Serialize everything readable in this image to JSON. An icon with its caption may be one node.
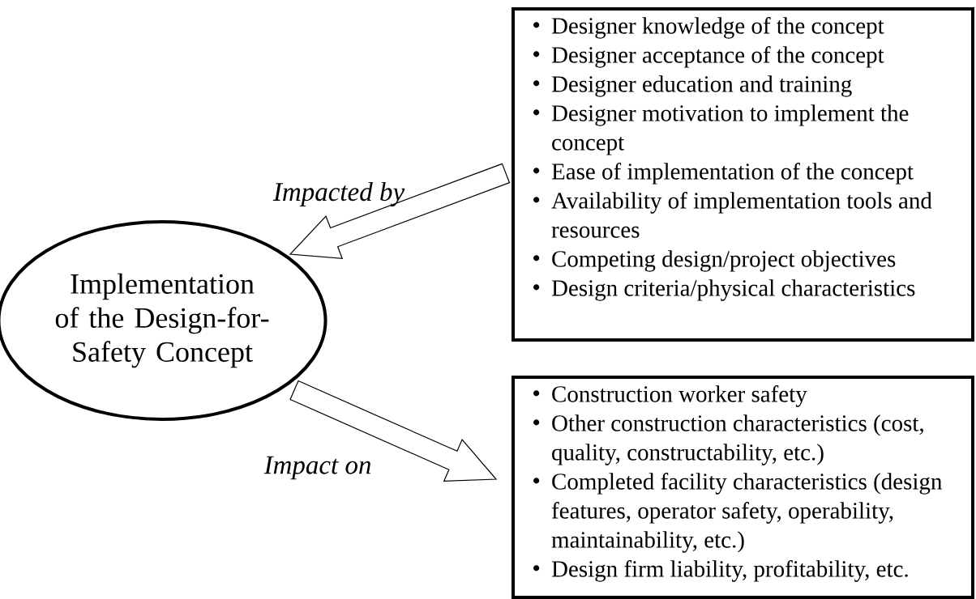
{
  "diagram": {
    "nodes": [
      {
        "text": [
          "Implementation of the Design-for-Safety Concept"
        ]
      },
      {
        "text": [
          "Designer knowledge of the concept",
          "Designer acceptance of the concept",
          "Designer education and training",
          "Designer motivation to implement the concept",
          "Ease of implementation of the concept",
          "Availability of implementation tools and resources",
          "Competing design/project objectives",
          "Design criteria/physical characteristics"
        ]
      },
      {
        "text": [
          "Construction worker safety",
          "Other construction characteristics (cost, quality, constructability, etc.)",
          "Completed facility characteristics (design features, operator safety, operability, maintainability, etc.)",
          "Design firm liability, profitability, etc."
        ]
      }
    ],
    "edges": [
      {
        "from": 1,
        "to": 0,
        "arrow": "to",
        "label": "Impacted by"
      },
      {
        "from": 0,
        "to": 2,
        "arrow": "to",
        "label": "Impact on"
      }
    ]
  }
}
